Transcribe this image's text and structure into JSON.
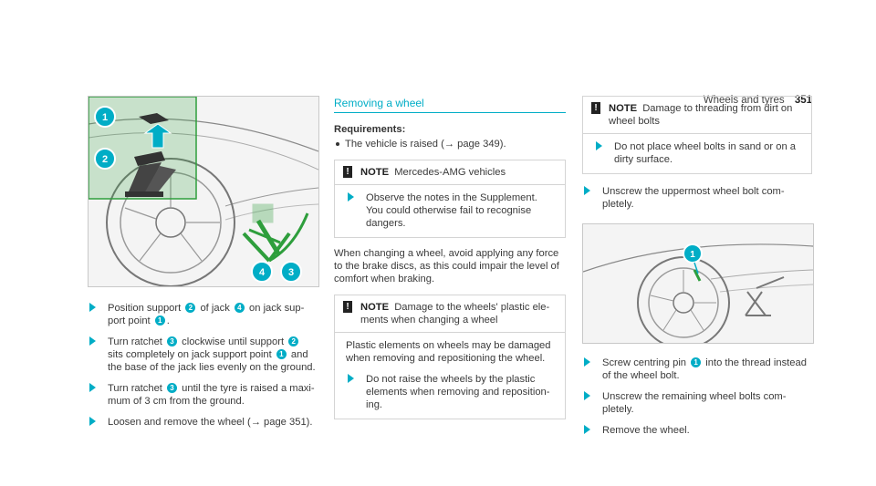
{
  "header": {
    "title": "Wheels and tyres",
    "page": "351"
  },
  "figure1": {
    "callouts": [
      "1",
      "2",
      "4",
      "3"
    ]
  },
  "figure2": {
    "callouts": [
      "1"
    ]
  },
  "col1": {
    "steps": [
      {
        "parts": [
          "Position support ",
          "2",
          " of jack ",
          "4",
          " on jack sup­port point ",
          "1",
          "."
        ]
      },
      {
        "parts": [
          "Turn ratchet ",
          "3",
          " clockwise until support ",
          "2",
          " sits completely on jack support point ",
          "1",
          " and the base of the jack lies evenly on the ground."
        ]
      },
      {
        "parts": [
          "Turn ratchet ",
          "3",
          " until the tyre is raised a maxi­mum of 3 cm from the ground."
        ]
      },
      {
        "parts": [
          "Loosen and remove the wheel (→ page 351)."
        ]
      }
    ]
  },
  "col2": {
    "section_title": "Removing a wheel",
    "requirements_title": "Requirements:",
    "requirement": "The vehicle is raised (→ page 349).",
    "note1": {
      "label": "NOTE",
      "text": "Mercedes-AMG vehicles",
      "body": "Observe the notes in the Supplement. You could otherwise fail to recognise dangers."
    },
    "paragraph": "When changing a wheel, avoid applying any force to the brake discs, as this could impair the level of comfort when braking.",
    "note2": {
      "label": "NOTE",
      "text": "Damage to the wheels' plastic ele­ments when changing a wheel",
      "body": "Plastic elements on wheels may be damaged when removing and repositioning the wheel.",
      "step": "Do not raise the wheels by the plastic elements when removing and reposition­ing."
    }
  },
  "col3": {
    "note3": {
      "label": "NOTE",
      "text": "Damage to threading from dirt on wheel bolts",
      "step": "Do not place wheel bolts in sand or on a dirty surface."
    },
    "step1": "Unscrew the uppermost wheel bolt com­pletely.",
    "steps": [
      {
        "parts": [
          "Screw centring pin ",
          "1",
          " into the thread instead of the wheel bolt."
        ]
      },
      {
        "parts": [
          "Unscrew the remaining wheel bolts com­pletely."
        ]
      },
      {
        "parts": [
          "Remove the wheel."
        ]
      }
    ]
  },
  "colors": {
    "accent": "#00adc6",
    "highlight": "#2e9e3c"
  },
  "icons": [
    "step-arrow-icon",
    "warning-icon",
    "bullet-icon"
  ]
}
